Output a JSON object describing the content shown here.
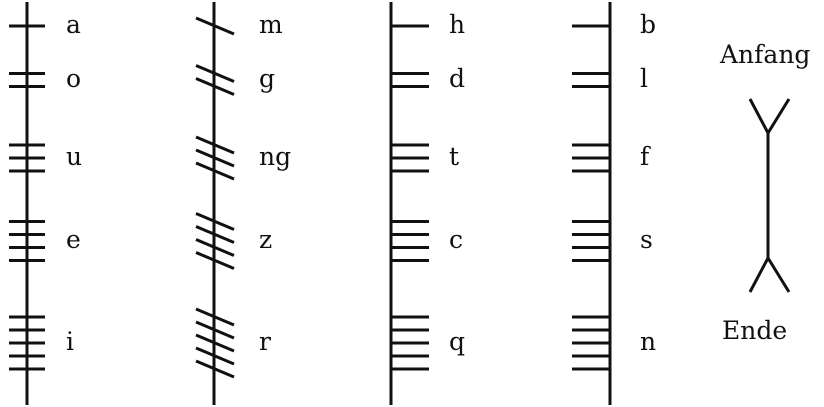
{
  "groups": [
    {
      "id": "aicme-ailm",
      "letters": [
        {
          "label": "a",
          "strokes": 1
        },
        {
          "label": "o",
          "strokes": 2
        },
        {
          "label": "u",
          "strokes": 3
        },
        {
          "label": "e",
          "strokes": 4
        },
        {
          "label": "i",
          "strokes": 5
        }
      ]
    },
    {
      "id": "aicme-muine",
      "letters": [
        {
          "label": "m",
          "strokes": 1
        },
        {
          "label": "g",
          "strokes": 2
        },
        {
          "label": "ng",
          "strokes": 3
        },
        {
          "label": "z",
          "strokes": 4
        },
        {
          "label": "r",
          "strokes": 5
        }
      ]
    },
    {
      "id": "aicme-huatha",
      "letters": [
        {
          "label": "h",
          "strokes": 1
        },
        {
          "label": "d",
          "strokes": 2
        },
        {
          "label": "t",
          "strokes": 3
        },
        {
          "label": "c",
          "strokes": 4
        },
        {
          "label": "q",
          "strokes": 5
        }
      ]
    },
    {
      "id": "aicme-beithe",
      "letters": [
        {
          "label": "b",
          "strokes": 1
        },
        {
          "label": "l",
          "strokes": 2
        },
        {
          "label": "f",
          "strokes": 3
        },
        {
          "label": "s",
          "strokes": 4
        },
        {
          "label": "n",
          "strokes": 5
        }
      ]
    }
  ],
  "direction": {
    "start_label": "Anfang",
    "end_label": "Ende"
  }
}
